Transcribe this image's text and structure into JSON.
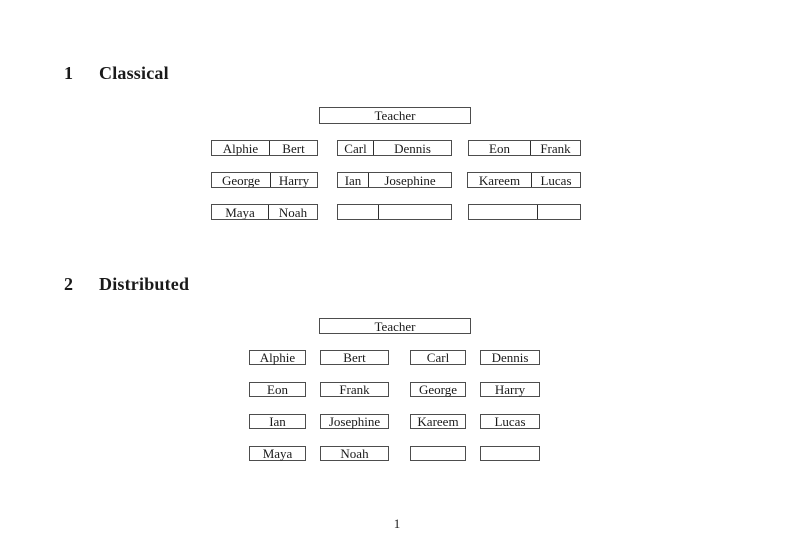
{
  "page_number": "1",
  "sections": [
    {
      "number": "1",
      "title": "Classical",
      "teacher": "Teacher",
      "rows": [
        [
          [
            "Alphie",
            "Bert"
          ],
          [
            "Carl",
            "Dennis"
          ],
          [
            "Eon",
            "Frank"
          ]
        ],
        [
          [
            "George",
            "Harry"
          ],
          [
            "Ian",
            "Josephine"
          ],
          [
            "Kareem",
            "Lucas"
          ]
        ],
        [
          [
            "Maya",
            "Noah"
          ],
          [
            "",
            ""
          ],
          [
            "",
            ""
          ]
        ]
      ]
    },
    {
      "number": "2",
      "title": "Distributed",
      "teacher": "Teacher",
      "rows": [
        [
          "Alphie",
          "Bert",
          "Carl",
          "Dennis"
        ],
        [
          "Eon",
          "Frank",
          "George",
          "Harry"
        ],
        [
          "Ian",
          "Josephine",
          "Kareem",
          "Lucas"
        ],
        [
          "Maya",
          "Noah",
          "",
          ""
        ]
      ]
    }
  ]
}
